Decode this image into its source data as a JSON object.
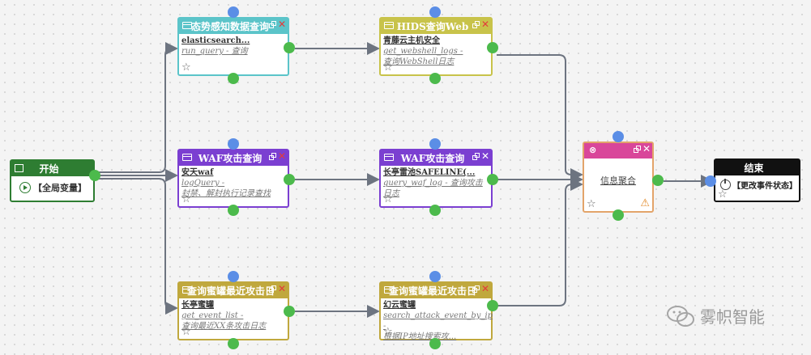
{
  "start": {
    "title": "开始",
    "var_label": "【全局变量】",
    "color": "#2e7d32"
  },
  "end": {
    "title": "结束",
    "action": "【更改事件状态】"
  },
  "nodes": {
    "n1": {
      "title": "态势感知数据查询",
      "line1": "elasticsearch...",
      "line2": "run_query - 查询",
      "color": "#5bc4c9"
    },
    "n2": {
      "title": "HIDS查询Web",
      "line1": "青藤云主机安全",
      "line2a": "get_webshell_logs -",
      "line2b": "查询WebShell日志",
      "color": "#c8c34a"
    },
    "n3": {
      "title": "WAF攻击查询",
      "line1": "安天waf",
      "line2a": "logQuery -",
      "line2b": "封禁、解封执行记录查找",
      "color": "#7b3fd1"
    },
    "n4": {
      "title": "WAF攻击查询",
      "line1": "长亭雷池SAFELINE(...",
      "line2": "query_waf_log - 查询攻击日志",
      "color": "#7b3fd1"
    },
    "n5": {
      "title": "查询蜜罐最近攻击日",
      "line1": "长亭蜜罐",
      "line2a": "get_event_list -",
      "line2b": "查询最近XX条攻击日志",
      "color": "#c0a83d"
    },
    "n6": {
      "title": "查询蜜罐最近攻击日",
      "line1": "幻云蜜罐",
      "line2a": "search_attack_event_by_ip -",
      "line2b": "根据IP地址搜索攻...",
      "color": "#c0a83d"
    },
    "merge": {
      "label": "信息聚合",
      "color": "#d9469a"
    }
  },
  "watermark": {
    "text": "雾帜智能"
  },
  "colors": {
    "wire": "#6d7480",
    "port_in": "#5b8ee6",
    "port_out": "#4cba4c"
  }
}
